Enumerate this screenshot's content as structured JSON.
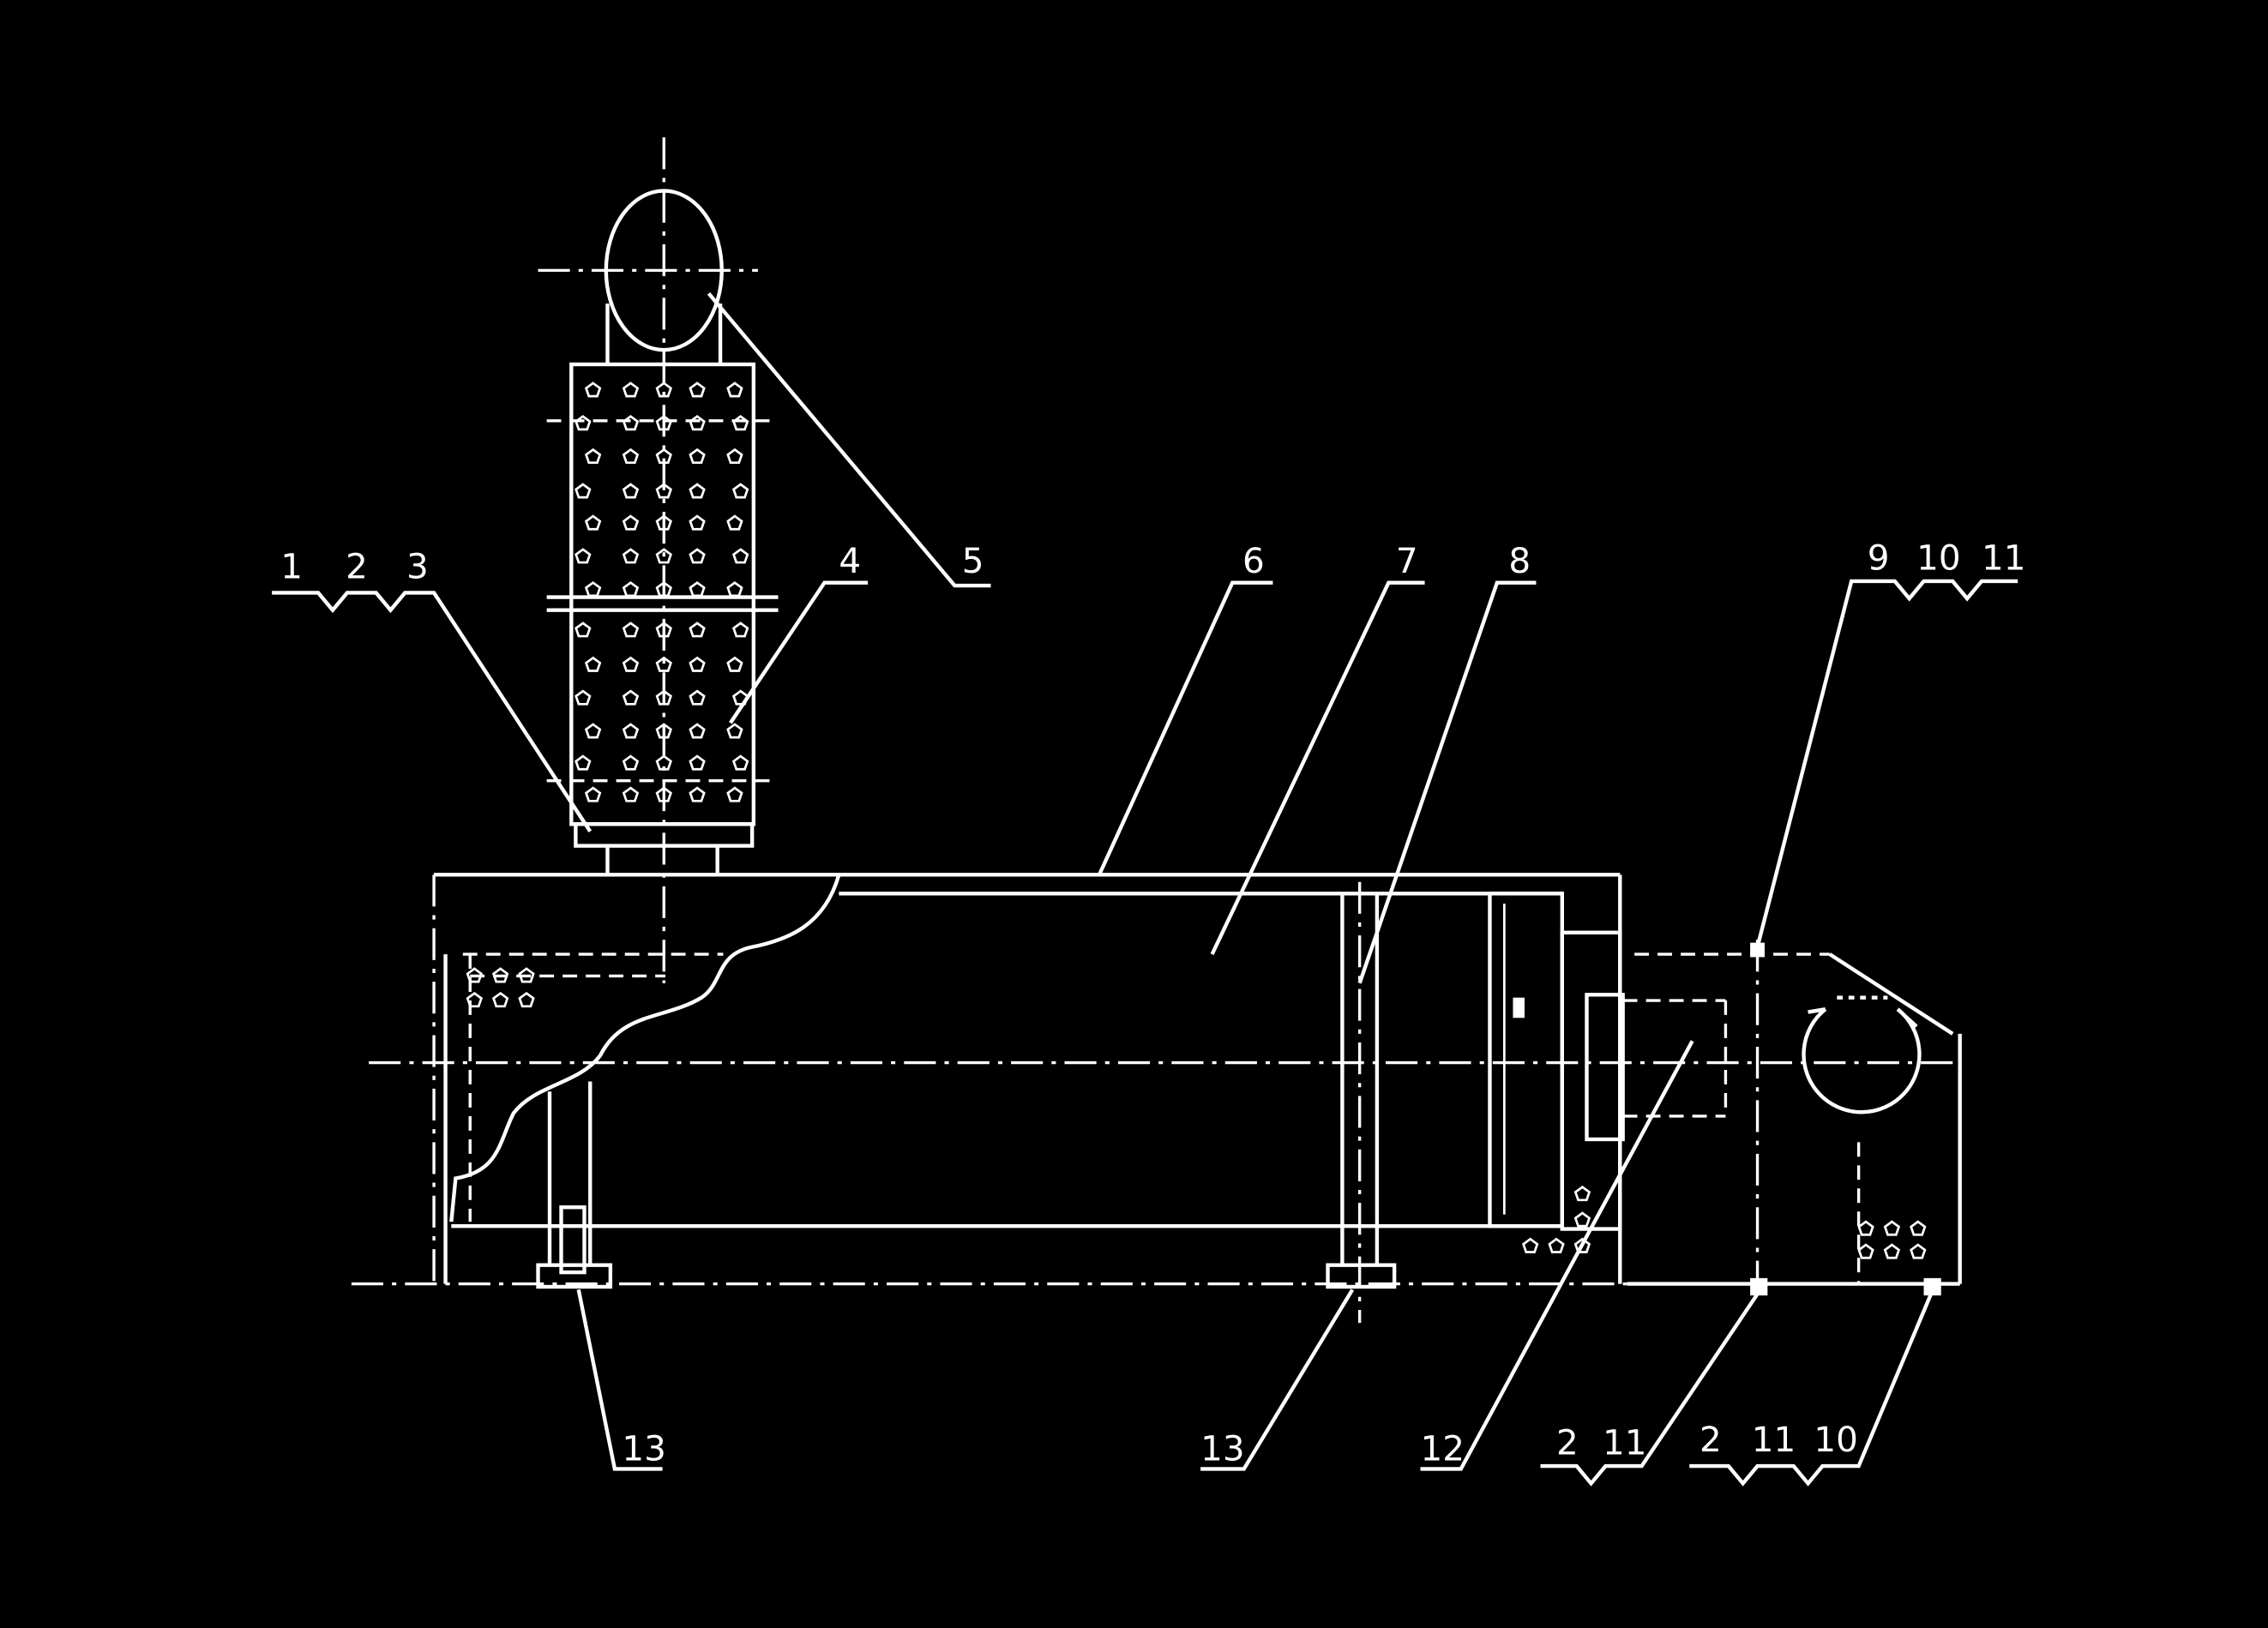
{
  "drawing": {
    "background_color": "#000000",
    "line_color": "#ffffff",
    "callouts": {
      "c123": [
        "1",
        "2",
        "3"
      ],
      "c4": "4",
      "c5": "5",
      "c6": "6",
      "c7": "7",
      "c8": "8",
      "c91011": [
        "9",
        "10",
        "11"
      ],
      "c13a": "13",
      "c13b": "13",
      "c12": "12",
      "c211": [
        "2",
        "11"
      ],
      "c21110": [
        "2",
        "11",
        "10"
      ]
    }
  }
}
